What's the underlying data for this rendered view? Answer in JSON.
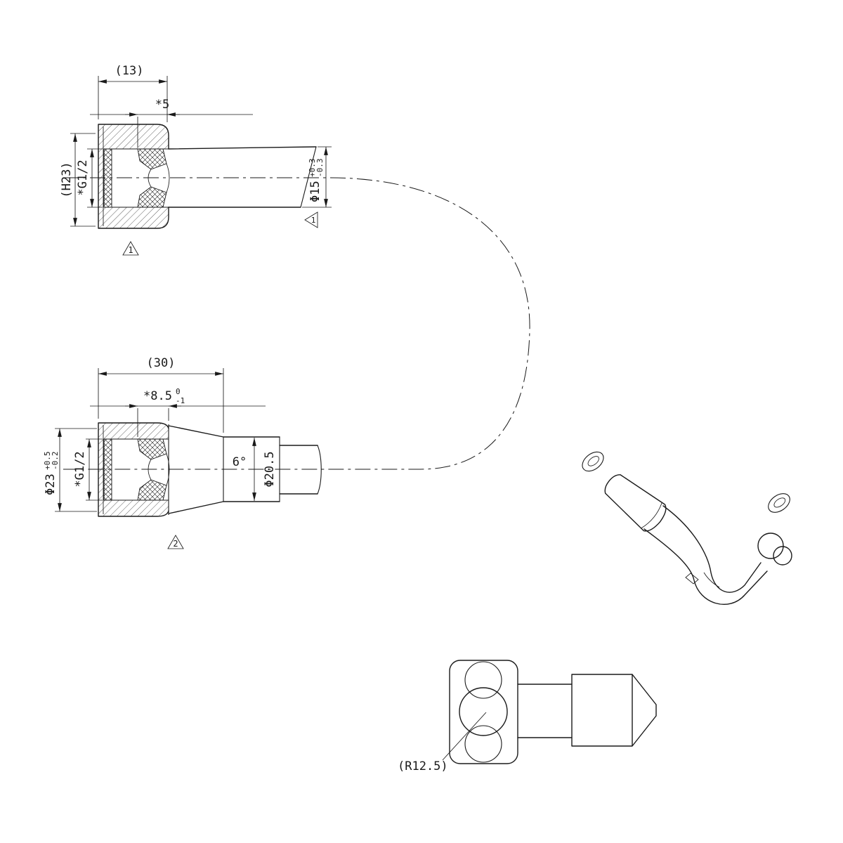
{
  "style": {
    "background": "#ffffff",
    "ink": "#1a1a1a"
  },
  "views": {
    "top_connector": {
      "dim_overall_length": "(13)",
      "dim_insert_depth": "*5",
      "dim_height": "(H23)",
      "thread": "*G1/2",
      "pipe_diameter": "Φ15",
      "pipe_diameter_tol_upper": "+0.3",
      "pipe_diameter_tol_lower": "-0.3",
      "note_marker_body": "1",
      "note_marker_pipe": "1"
    },
    "cone_connector": {
      "dim_overall_length": "(30)",
      "dim_insert_depth": "*8.5",
      "dim_insert_depth_tol_upper": "0",
      "dim_insert_depth_tol_lower": "-1",
      "dim_outer_diameter": "Φ23",
      "dim_outer_diameter_tol_upper": "+0.5",
      "dim_outer_diameter_tol_lower": "-0.2",
      "thread": "*G1/2",
      "cone_angle": "6°",
      "cone_diameter": "Φ20.5",
      "note_marker_body": "2"
    },
    "elbow_detail": {
      "radius_label": "(R12.5)"
    }
  }
}
